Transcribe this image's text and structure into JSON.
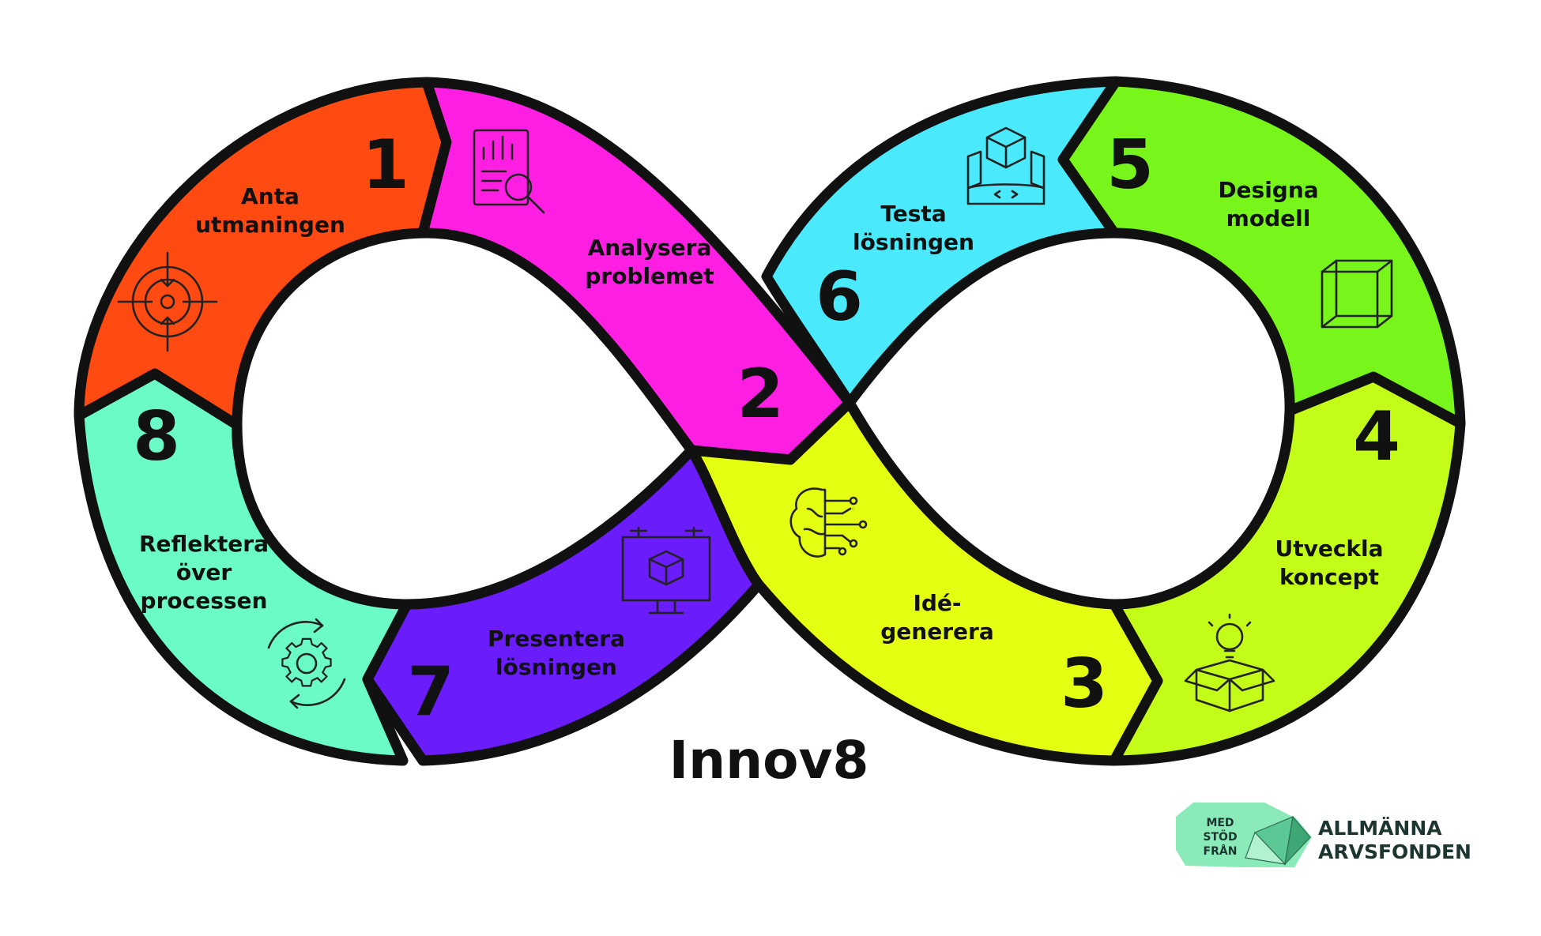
{
  "title": "Innov8",
  "steps": [
    {
      "number": "1",
      "label_lines": [
        "Anta",
        "utmaningen"
      ],
      "color": "#FF4A12",
      "icon": "target-icon"
    },
    {
      "number": "2",
      "label_lines": [
        "Analysera",
        "problemet"
      ],
      "color": "#FF1FE3",
      "icon": "report-magnifier-icon"
    },
    {
      "number": "3",
      "label_lines": [
        "Idé-",
        "generera"
      ],
      "color": "#E4FF12",
      "icon": "brain-circuit-icon"
    },
    {
      "number": "4",
      "label_lines": [
        "Utveckla",
        "koncept"
      ],
      "color": "#C4FC1A",
      "icon": "lightbulb-box-icon"
    },
    {
      "number": "5",
      "label_lines": [
        "Designa",
        "modell"
      ],
      "color": "#78F51A",
      "icon": "wireframe-cube-icon"
    },
    {
      "number": "6",
      "label_lines": [
        "Testa",
        "lösningen"
      ],
      "color": "#4AE9FB",
      "icon": "blueprint-cube-icon"
    },
    {
      "number": "7",
      "label_lines": [
        "Presentera",
        "lösningen"
      ],
      "color": "#6A1CFB",
      "icon": "presentation-board-icon"
    },
    {
      "number": "8",
      "label_lines": [
        "Reflektera",
        "över",
        "processen"
      ],
      "color": "#6BFBC6",
      "icon": "gear-cycle-icon"
    }
  ],
  "logo": {
    "badge_lines": [
      "MED",
      "STÖD",
      "FRÅN"
    ],
    "name_lines": [
      "ALLMÄNNA",
      "ARVSFONDEN"
    ],
    "color": "#8BEBB8"
  },
  "outline_color": "#111111"
}
